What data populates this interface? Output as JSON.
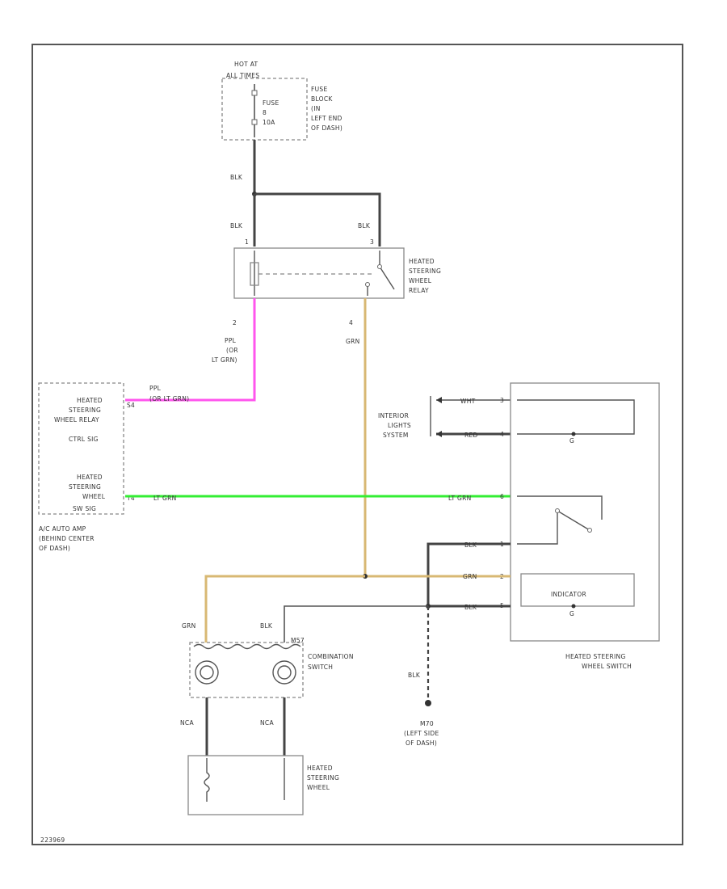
{
  "diagram": {
    "fuse_block": {
      "hot_at": [
        "HOT AT",
        "ALL TIMES"
      ],
      "fuse": [
        "FUSE",
        "8",
        "10A"
      ],
      "label": [
        "FUSE",
        "BLOCK",
        "(IN",
        "LEFT END",
        "OF DASH)"
      ]
    },
    "relay": {
      "label": [
        "HEATED",
        "STEERING",
        "WHEEL",
        "RELAY"
      ],
      "pin1": "1",
      "pin2": "2",
      "pin3": "3",
      "pin4": "4"
    },
    "wires": {
      "blk_top": "BLK",
      "blk_left": "BLK",
      "blk_right": "BLK",
      "ppl_vert": [
        "PPL",
        "(OR",
        "LT GRN)"
      ],
      "grn_vert": "GRN",
      "ppl_horiz": [
        "PPL",
        "(OR LT GRN)"
      ],
      "ltgrn_left": "LT GRN",
      "ltgrn_right": "LT GRN",
      "wht": "WHT",
      "red": "RED",
      "blk_a": "BLK",
      "grn_b": "GRN",
      "blk_c": "BLK",
      "grn_bottom": "GRN",
      "blk_bottom": "BLK",
      "blk_ground": "BLK",
      "nca_left": "NCA",
      "nca_right": "NCA"
    },
    "ac_amp": {
      "relay_ctrl": [
        "HEATED",
        "STEERING",
        "WHEEL RELAY",
        "CTRL SIG"
      ],
      "relay_pin": "S4",
      "sw_sig": [
        "HEATED",
        "STEERING",
        "WHEEL",
        "SW SIG"
      ],
      "sw_pin": "T4",
      "location": [
        "A/C AUTO AMP",
        "(BEHIND CENTER",
        "OF DASH)"
      ]
    },
    "interior_lights": [
      "INTERIOR",
      "LIGHTS",
      "SYSTEM"
    ],
    "switch": {
      "indicator": "INDICATOR",
      "label": [
        "HEATED STEERING",
        "WHEEL SWITCH"
      ],
      "pins": [
        "3",
        "4",
        "6",
        "1",
        "2",
        "5"
      ]
    },
    "combination_switch": {
      "label": [
        "COMBINATION",
        "SWITCH"
      ],
      "ref": "M57"
    },
    "heated_wheel": [
      "HEATED",
      "STEERING",
      "WHEEL"
    ],
    "ground": {
      "id": "M70",
      "label": [
        "(LEFT SIDE",
        "OF DASH)"
      ]
    },
    "code": "223969"
  }
}
